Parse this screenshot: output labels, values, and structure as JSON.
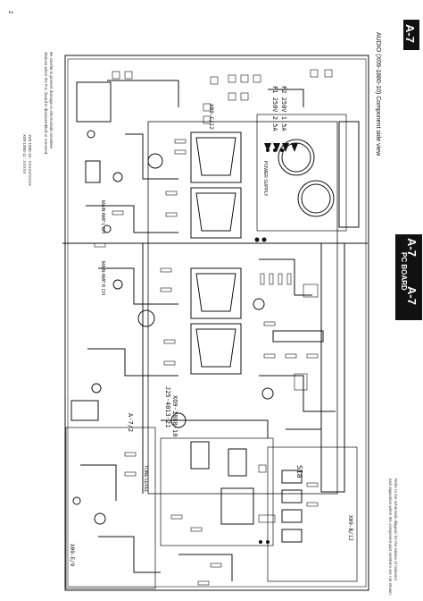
{
  "page": {
    "title": "AUDIO (X09-1880-10) Component side view",
    "badge": "A-7",
    "section": "PC BOARD",
    "page_mark": "2"
  },
  "notes": {
    "left_top": [
      "Be careful to prevent damage to electrostatic-sensitive",
      "devices when the P.C. board is disassembled or removed."
    ],
    "left_codes": [
      "X09-1880-10 : XXXXX/XXXX",
      "X09-1880-11 : XXXXX"
    ],
    "right_bottom": [
      "Refer to the schematic diagram for the values of resistors",
      "and capacitors when the component part numbers are not shown."
    ]
  },
  "board": {
    "labels": {
      "xo9_top": "XO9-1880-10",
      "j25": "J25-4013-21",
      "a72": "A-7/2",
      "fuse1": "F1 250V 2.5A",
      "fuse2": "F2 250V 1.5A",
      "s1": "S1a",
      "power_supply": "POWER SUPPLY",
      "main_amp_l": "MAIN AMP L CH",
      "main_amp_r": "MAIN AMP R CH",
      "x09_b": "X09-B/12",
      "x09_c": "X09-C/12",
      "x09_e": "X09-E/9",
      "tone": "TONE LEVEL"
    }
  }
}
